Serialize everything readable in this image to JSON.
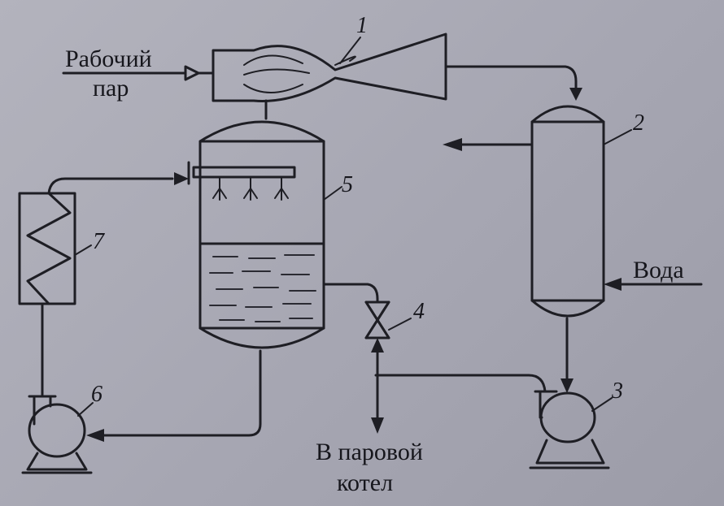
{
  "labels": {
    "working_steam_line1": "Рабочий",
    "working_steam_line2": "пар",
    "water": "Вода",
    "to_boiler_line1": "В паровой",
    "to_boiler_line2": "котел"
  },
  "numbers": {
    "ejector": "1",
    "condenser": "2",
    "pump_right": "3",
    "valve": "4",
    "evaporator": "5",
    "pump_left": "6",
    "heater": "7"
  }
}
